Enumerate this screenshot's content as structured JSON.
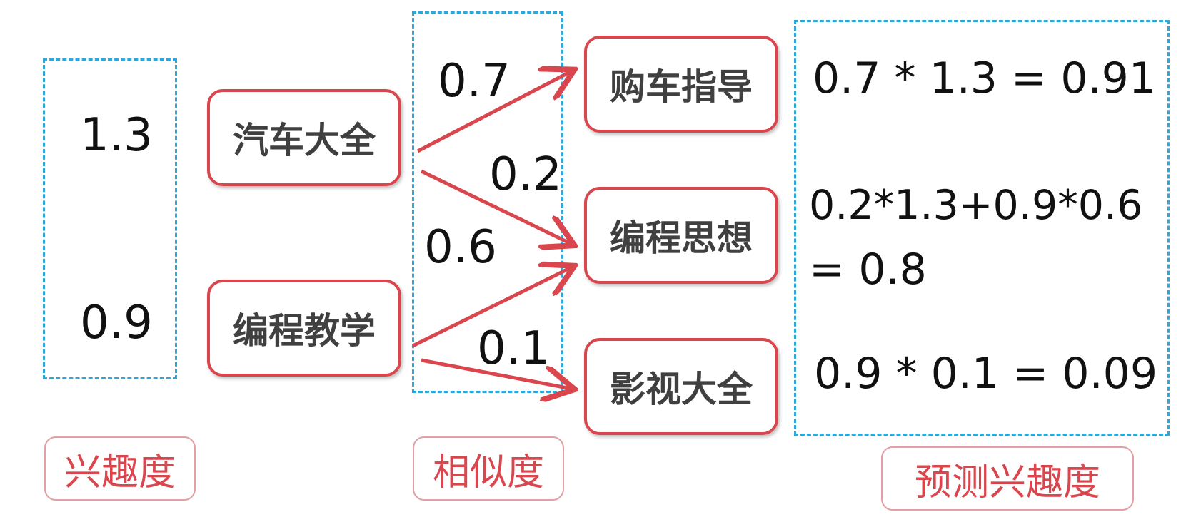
{
  "interest": {
    "values": [
      "1.3",
      "0.9"
    ],
    "caption": "兴趣度"
  },
  "source_items": [
    "汽车大全",
    "编程教学"
  ],
  "similarity": {
    "values": [
      "0.7",
      "0.2",
      "0.6",
      "0.1"
    ],
    "caption": "相似度"
  },
  "target_items": [
    "购车指导",
    "编程思想",
    "影视大全"
  ],
  "prediction": {
    "formulas": [
      "0.7 * 1.3 = 0.91",
      "0.2*1.3+0.9*0.6",
      "= 0.8",
      "0.9 * 0.1 = 0.09"
    ],
    "caption": "预测兴趣度"
  },
  "colors": {
    "node_border": "#d9464d",
    "arrow": "#d9464d",
    "dashed_box": "#2ea8d8",
    "caption_text": "#d9464d"
  }
}
